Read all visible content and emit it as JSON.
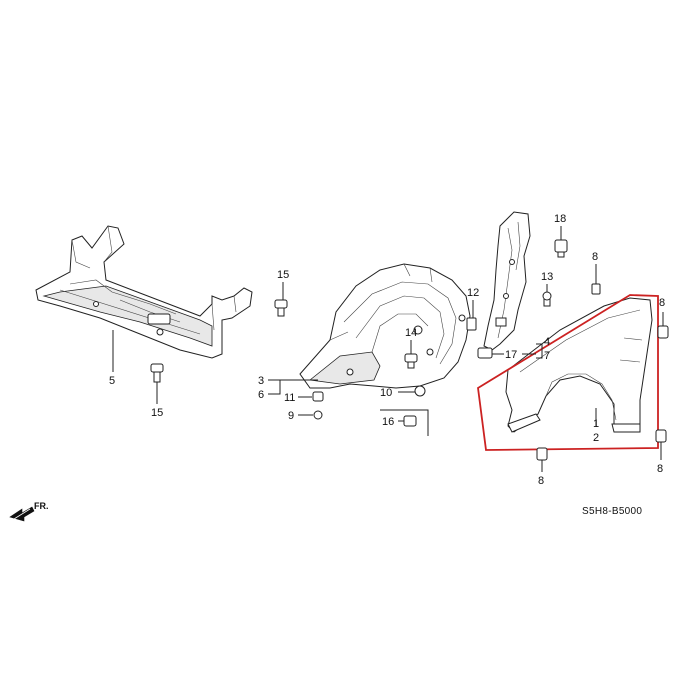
{
  "diagram_code": "S5H8-B5000",
  "direction_label": "FR.",
  "callouts": {
    "c1": "1",
    "c2": "2",
    "c3": "3",
    "c4": "4",
    "c5": "5",
    "c6": "6",
    "c7": "7",
    "c8a": "8",
    "c8b": "8",
    "c8c": "8",
    "c8d": "8",
    "c9": "9",
    "c10": "10",
    "c11": "11",
    "c12": "12",
    "c13": "13",
    "c14": "14",
    "c15a": "15",
    "c15b": "15",
    "c16": "16",
    "c17": "17",
    "c18": "18"
  },
  "colors": {
    "highlight_box": "#cc2222",
    "line": "#222222",
    "background": "#ffffff"
  }
}
